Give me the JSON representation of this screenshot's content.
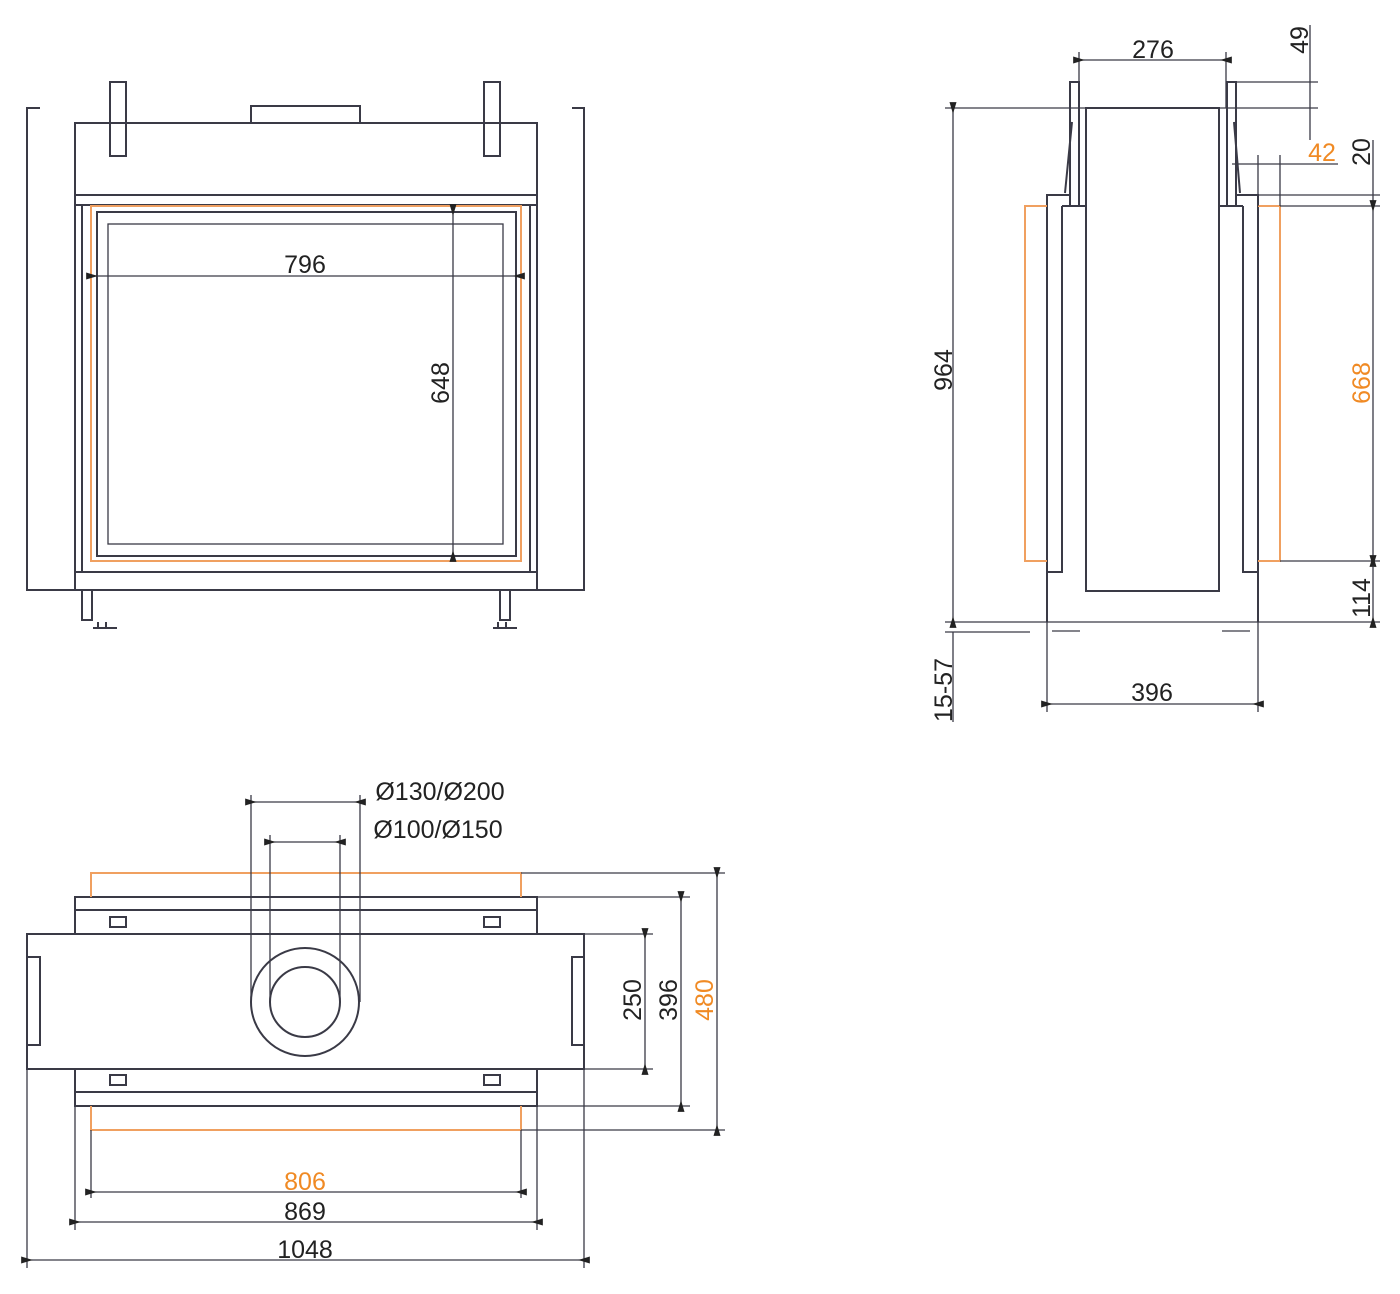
{
  "front_view": {
    "width_796": "796",
    "height_648": "648"
  },
  "side_view": {
    "height_964": "964",
    "feet_15_57": "15-57",
    "top_276": "276",
    "top_49": "49",
    "offset_42": "42",
    "offset_20": "20",
    "glass_668": "668",
    "base_114": "114",
    "depth_396": "396"
  },
  "top_view": {
    "flue_outer": "Ø130/Ø200",
    "flue_inner": "Ø100/Ø150",
    "depth_250": "250",
    "depth_396": "396",
    "depth_480": "480",
    "width_806": "806",
    "width_869": "869",
    "width_1048": "1048"
  },
  "colors": {
    "line": "#3a3a46",
    "accent": "#f08a24"
  }
}
